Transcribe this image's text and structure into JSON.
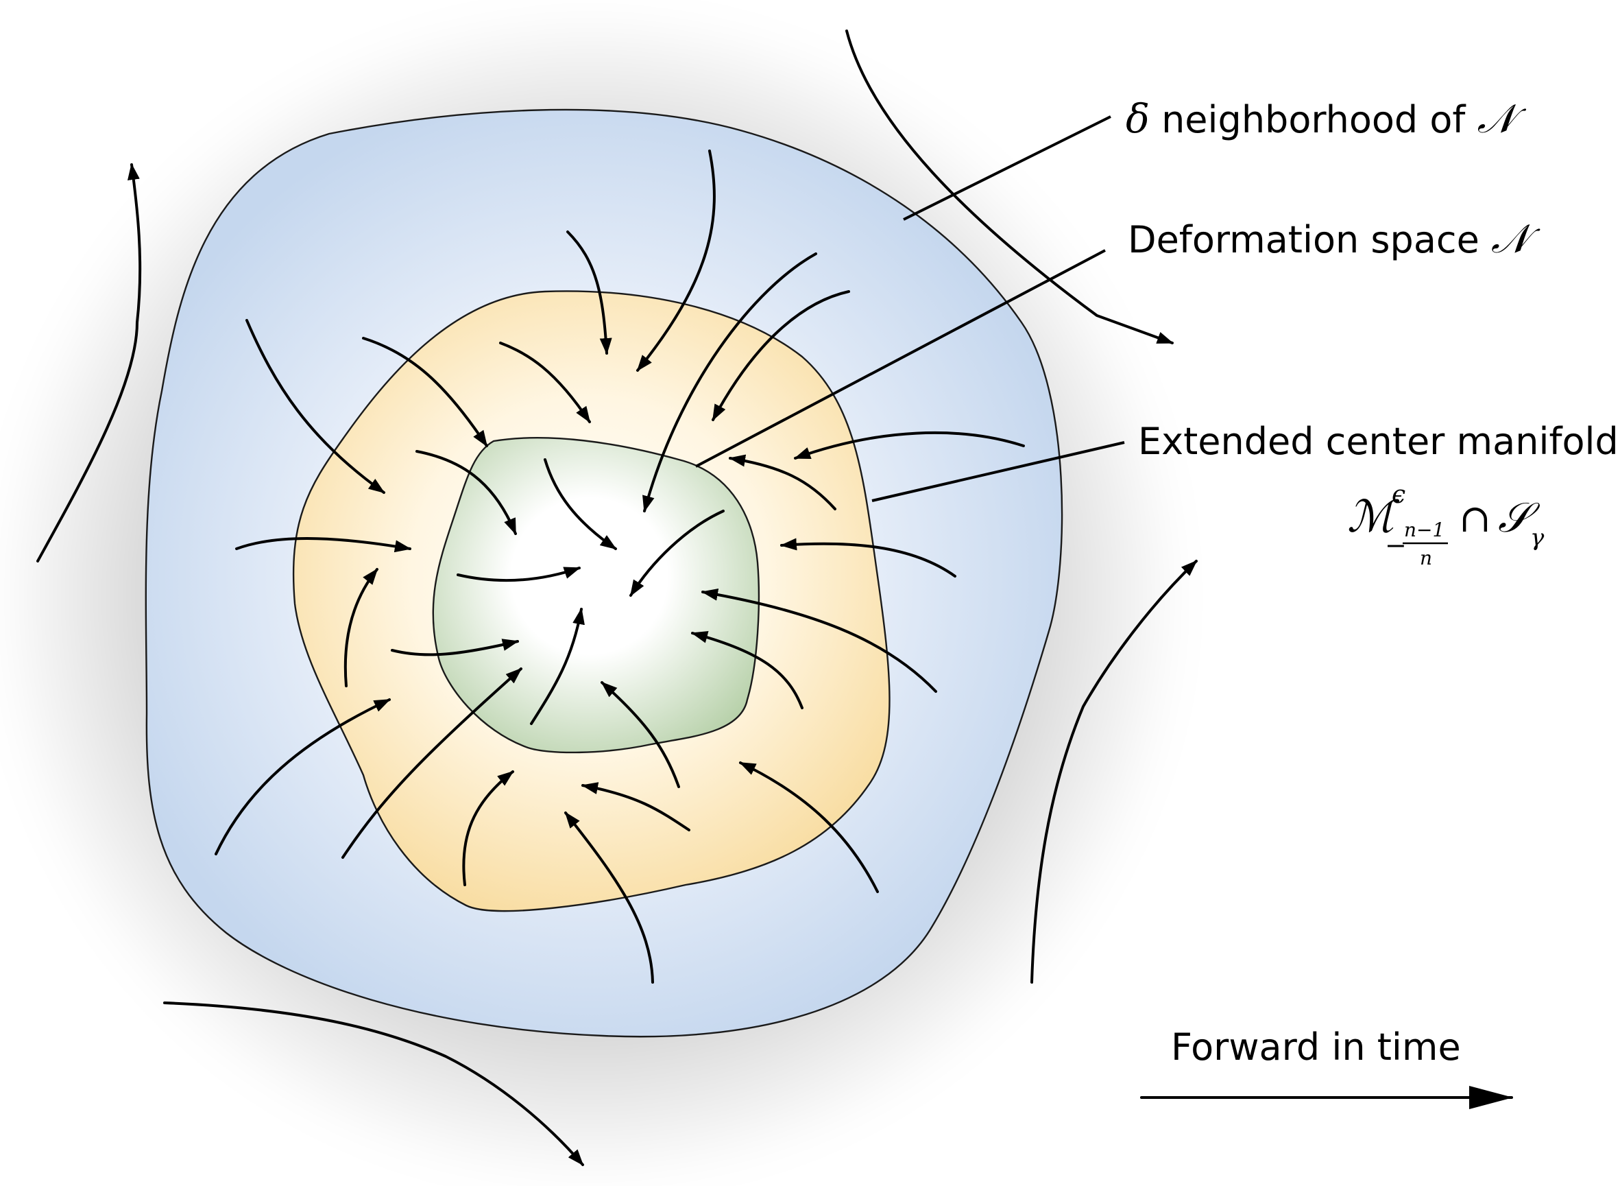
{
  "labels": {
    "delta_neighborhood": {
      "symbol": "δ",
      "text": " neighborhood of ",
      "space_symbol": "𝒩"
    },
    "deformation_space": {
      "text": "Deformation space ",
      "space_symbol": "𝒩"
    },
    "center_manifold": {
      "text": "Extended center manifold",
      "formula": {
        "main_symbol": "ℳ",
        "superscript": "ϵ",
        "sub_sign": "−",
        "sub_numerator": "n−1",
        "sub_denominator": "n",
        "operator": "∩",
        "second_symbol": "𝒮",
        "second_subscript": "γ"
      }
    },
    "forward_in_time": "Forward in time"
  },
  "colors": {
    "outer_region": "#c5d7ee",
    "middle_region": "#f8dca0",
    "inner_region": "#b6d0a8",
    "center_glow": "#ffffff",
    "arrows": "#000000"
  },
  "icons": {
    "flow_arrowhead": "filled-triangle-arrowhead"
  }
}
